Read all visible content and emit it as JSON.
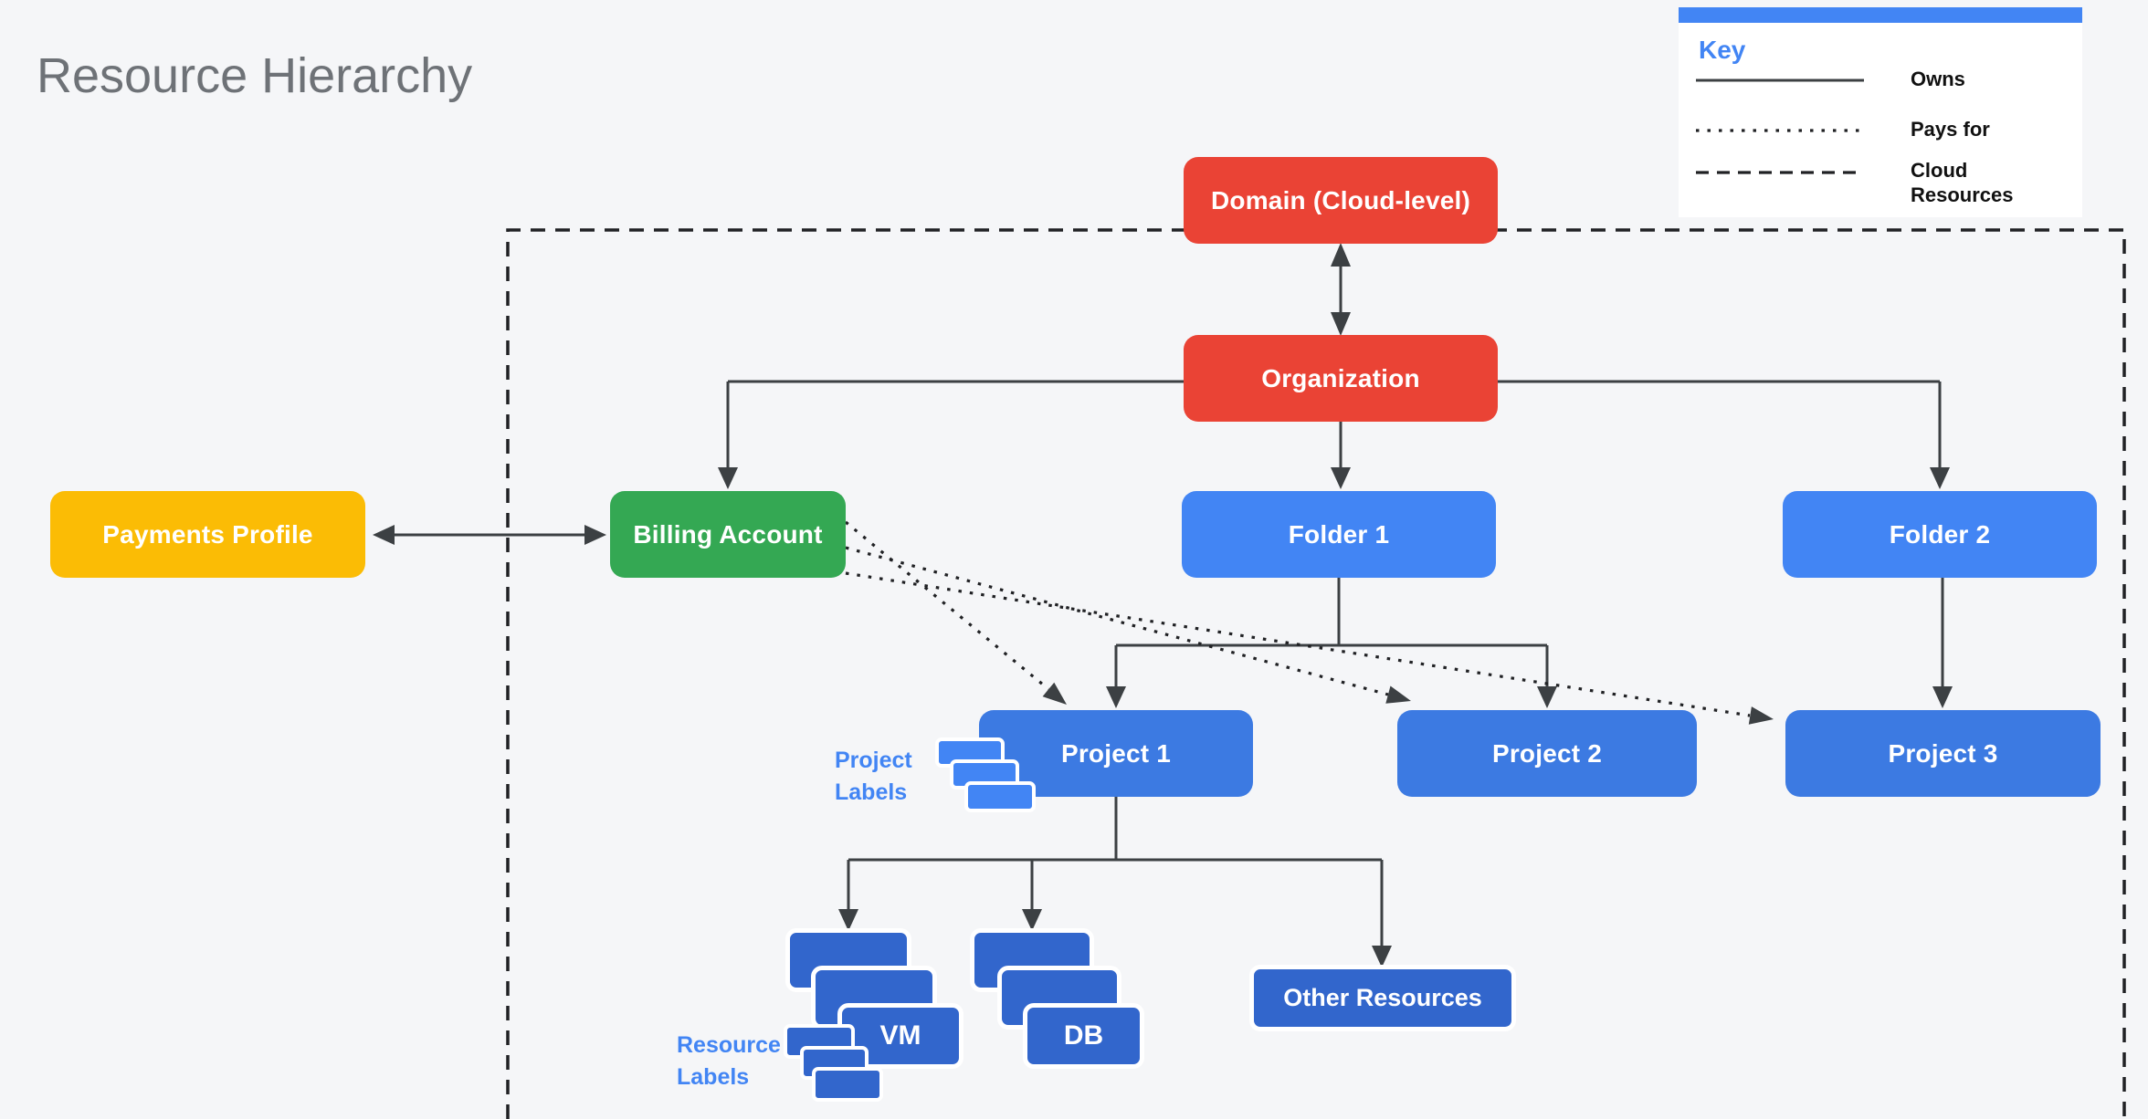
{
  "title": "Resource Hierarchy",
  "key": {
    "heading": "Key",
    "items": [
      {
        "style": "solid",
        "label": "Owns"
      },
      {
        "style": "dotted",
        "label": "Pays for"
      },
      {
        "style": "dashed",
        "label": "Cloud Resources"
      }
    ]
  },
  "nodes": {
    "domain": {
      "label": "Domain (Cloud-level)",
      "color": "red"
    },
    "organization": {
      "label": "Organization",
      "color": "red"
    },
    "payments_profile": {
      "label": "Payments Profile",
      "color": "yellow"
    },
    "billing_account": {
      "label": "Billing Account",
      "color": "green"
    },
    "folder1": {
      "label": "Folder 1",
      "color": "blue"
    },
    "folder2": {
      "label": "Folder 2",
      "color": "blue"
    },
    "project1": {
      "label": "Project 1",
      "color": "blue"
    },
    "project2": {
      "label": "Project 2",
      "color": "blue"
    },
    "project3": {
      "label": "Project 3",
      "color": "blue"
    },
    "vm": {
      "label": "VM",
      "color": "dark-blue"
    },
    "db": {
      "label": "DB",
      "color": "dark-blue"
    },
    "other_resources": {
      "label": "Other Resources",
      "color": "dark-blue"
    }
  },
  "annotations": {
    "project_labels": {
      "line1": "Project",
      "line2": "Labels"
    },
    "resource_labels": {
      "line1": "Resource",
      "line2": "Labels"
    }
  },
  "edges": [
    {
      "from": "Domain (Cloud-level)",
      "to": "Organization",
      "type": "owns",
      "bidirectional": true
    },
    {
      "from": "Payments Profile",
      "to": "Billing Account",
      "type": "owns",
      "bidirectional": true
    },
    {
      "from": "Organization",
      "to": "Billing Account",
      "type": "owns"
    },
    {
      "from": "Organization",
      "to": "Folder 1",
      "type": "owns"
    },
    {
      "from": "Organization",
      "to": "Folder 2",
      "type": "owns"
    },
    {
      "from": "Folder 1",
      "to": "Project 1",
      "type": "owns"
    },
    {
      "from": "Folder 1",
      "to": "Project 2",
      "type": "owns"
    },
    {
      "from": "Folder 2",
      "to": "Project 3",
      "type": "owns"
    },
    {
      "from": "Billing Account",
      "to": "Project 1",
      "type": "pays for"
    },
    {
      "from": "Billing Account",
      "to": "Project 2",
      "type": "pays for"
    },
    {
      "from": "Billing Account",
      "to": "Project 3",
      "type": "pays for"
    },
    {
      "from": "Project 1",
      "to": "VM",
      "type": "owns"
    },
    {
      "from": "Project 1",
      "to": "DB",
      "type": "owns"
    },
    {
      "from": "Project 1",
      "to": "Other Resources",
      "type": "owns"
    }
  ],
  "colors": {
    "bg": "#F5F6F8",
    "red": "#EA4335",
    "green": "#34A853",
    "yellow": "#FBBC05",
    "folderblue": "#4285F4",
    "projectblue": "#3C7AE2",
    "resourceblue": "#3266CC",
    "accent": "#4285F4",
    "line": "#3C4043",
    "dark": "#202124",
    "titlegray": "#6E7277"
  }
}
